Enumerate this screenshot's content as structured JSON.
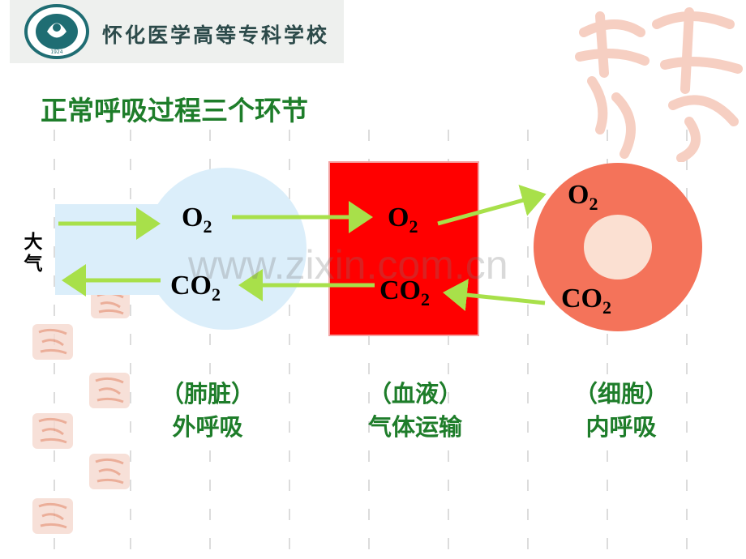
{
  "header": {
    "school_name": "怀化医学高等专科学校",
    "logo_year": "1924"
  },
  "title": "正常呼吸过程三个环节",
  "atmosphere_label": "大气",
  "nodes": {
    "lung": {
      "o2": "O",
      "o2_sub": "2",
      "co2": "CO",
      "co2_sub": "2"
    },
    "blood": {
      "o2": "O",
      "o2_sub": "2",
      "co2": "CO",
      "co2_sub": "2"
    },
    "cell": {
      "o2": "O",
      "o2_sub": "2",
      "co2": "CO",
      "co2_sub": "2"
    }
  },
  "captions": {
    "lung": {
      "organ": "（肺脏）",
      "process": "外呼吸"
    },
    "blood": {
      "organ": "（血液）",
      "process": "气体运输"
    },
    "cell": {
      "organ": "（细胞）",
      "process": "内呼吸"
    }
  },
  "watermark": "www.zixin.com.cn",
  "colors": {
    "title_green": "#1e7d2a",
    "arrow_green": "#a8e04a",
    "lung_blue": "#dbeefa",
    "blood_red": "#ff0000",
    "cell_orange": "#f4735a",
    "nucleus": "#fbe0d2"
  }
}
